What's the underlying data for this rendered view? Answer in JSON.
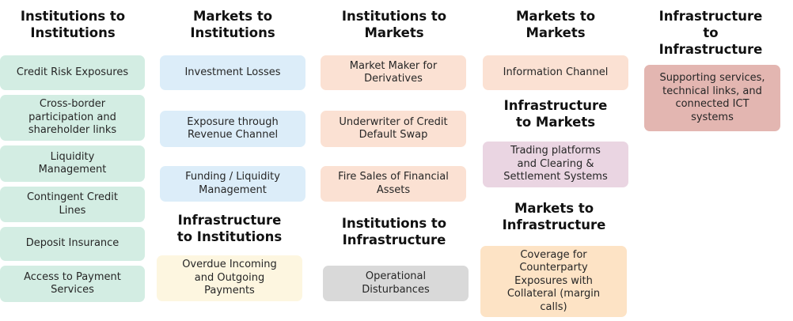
{
  "colors": {
    "green": "#d3ede3",
    "blue": "#dcedf9",
    "peach": "#fbe1d3",
    "cream": "#fdf6e0",
    "grey": "#d9d9d9",
    "pink": "#ead5e2",
    "orange": "#fde3c5",
    "rose": "#e3b6b1"
  },
  "columns": [
    {
      "heading": "Institutions to\nInstitutions",
      "items": [
        "Credit Risk Exposures",
        "Cross-border\nparticipation and\nshareholder links",
        "Liquidity\nManagement",
        "Contingent Credit\nLines",
        "Deposit Insurance",
        "Access to Payment\nServices"
      ]
    },
    {
      "heading": "Markets to\nInstitutions",
      "items": [
        "Investment Losses",
        "Exposure through\nRevenue Channel",
        "Funding / Liquidity\nManagement"
      ],
      "subheading": "Infrastructure\nto Institutions",
      "subitems": [
        "Overdue Incoming\nand Outgoing\nPayments"
      ]
    },
    {
      "heading": "Institutions to\nMarkets",
      "items": [
        "Market Maker for\nDerivatives",
        "Underwriter of Credit\nDefault Swap",
        "Fire Sales of Financial\nAssets"
      ],
      "subheading": "Institutions to\nInfrastructure",
      "subitems": [
        "Operational\nDisturbances"
      ]
    },
    {
      "heading": "Markets to\nMarkets",
      "items": [
        "Information Channel"
      ],
      "subheading": "Infrastructure\nto Markets",
      "subitems": [
        "Trading platforms\nand Clearing &\nSettlement Systems"
      ],
      "subheading2": "Markets to\nInfrastructure",
      "subitems2": [
        "Coverage for\nCounterparty\nExposures with\nCollateral (margin\ncalls)"
      ]
    },
    {
      "heading": "Infrastructure\nto\nInfrastructure",
      "items": [
        "Supporting services,\ntechnical links, and\nconnected ICT\nsystems"
      ]
    }
  ]
}
